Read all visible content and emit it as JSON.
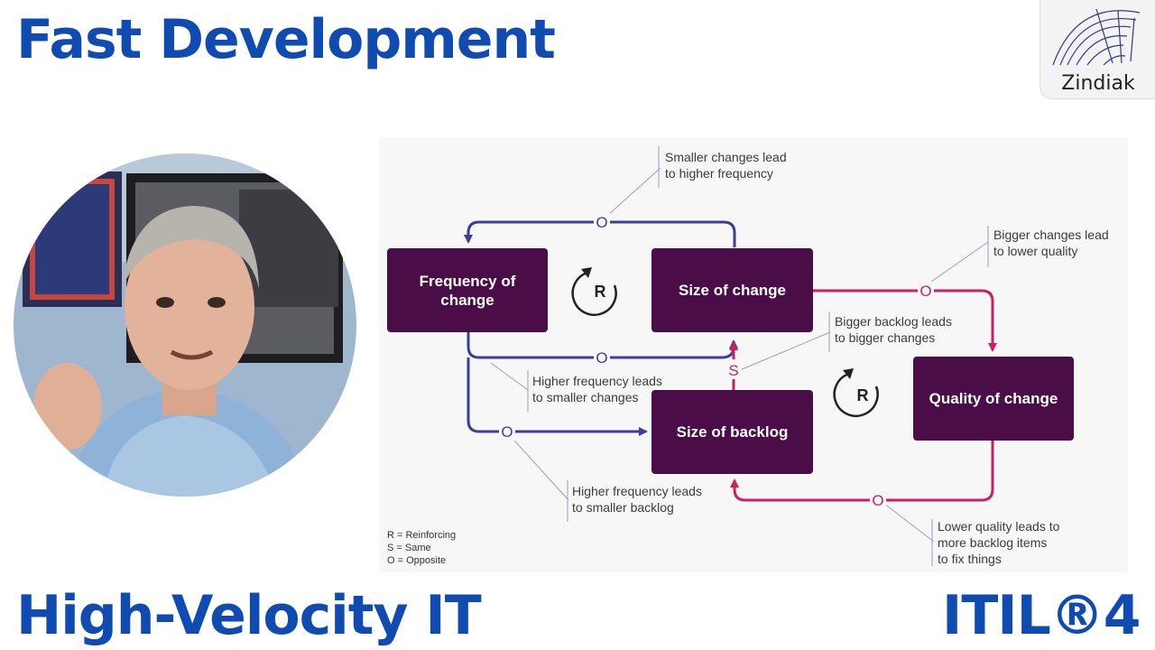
{
  "titles": {
    "top": "Fast Development",
    "bottom_left": "High-Velocity IT",
    "bottom_right": "ITIL®4"
  },
  "logo": {
    "text": "Zindiak",
    "icon": "spiral-icon"
  },
  "presenter": {
    "icon": "presenter-photo"
  },
  "diagram": {
    "nodes": {
      "frequency": "Frequency of change",
      "size_change": "Size of change",
      "size_backlog": "Size of backlog",
      "quality": "Quality of change"
    },
    "loop_markers": [
      "R",
      "R"
    ],
    "edge_labels": {
      "freq_to_size": "O",
      "size_to_freq": "O",
      "freq_to_backlog": "O",
      "backlog_to_size": "S",
      "size_to_quality": "O",
      "quality_to_backlog": "O"
    },
    "annotations": {
      "smaller_changes": "Smaller changes lead\nto higher frequency",
      "bigger_changes": "Bigger changes lead\nto lower quality",
      "bigger_backlog": "Bigger backlog leads\nto bigger changes",
      "higher_freq_changes": "Higher frequency leads\nto smaller changes",
      "higher_freq_backlog": "Higher frequency leads\nto smaller backlog",
      "lower_quality": "Lower quality leads to\nmore backlog items\nto fix things"
    },
    "legend": [
      "R = Reinforcing",
      "S = Same",
      "O = Opposite"
    ],
    "colors": {
      "blue": "#3b3f9a",
      "magenta": "#cc1f62",
      "box": "#4a0d47"
    }
  }
}
